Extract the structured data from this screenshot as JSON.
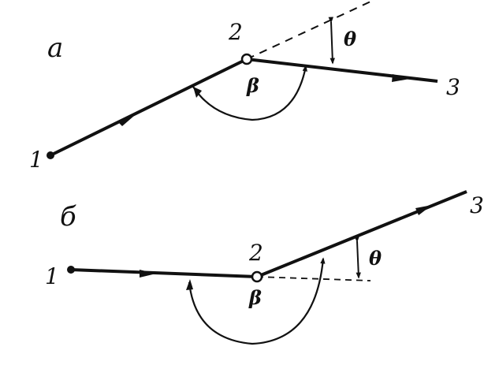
{
  "colors": {
    "ink": "#111111",
    "background": "#ffffff"
  },
  "panel_a": {
    "label": "а",
    "point_1": "1",
    "point_2": "2",
    "point_3": "3",
    "angle_beta": "β",
    "angle_theta": "θ"
  },
  "panel_b": {
    "label": "б",
    "point_1": "1",
    "point_2": "2",
    "point_3": "3",
    "angle_beta": "β",
    "angle_theta": "θ"
  }
}
